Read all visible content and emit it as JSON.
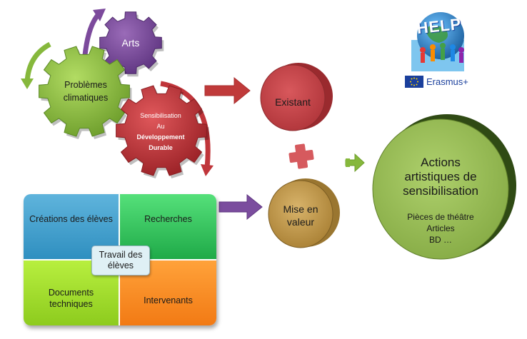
{
  "gears": {
    "arts": "Arts",
    "problems_line1": "Problèmes",
    "problems_line2": "climatiques",
    "sens_line1": "Sensibilisation",
    "sens_line2": "Au",
    "sens_line3": "Développement",
    "sens_line4": "Durable"
  },
  "circles": {
    "existant": "Existant",
    "mise_line1": "Mise en",
    "mise_line2": "valeur"
  },
  "actions": {
    "title_line1": "Actions",
    "title_line2": "artistiques de",
    "title_line3": "sensibilisation",
    "items": [
      "Pièces de théâtre",
      "Articles",
      "BD …"
    ]
  },
  "matrix": {
    "top_left": "Créations des élèves",
    "top_right": "Recherches",
    "bottom_left_line1": "Documents",
    "bottom_left_line2": "techniques",
    "bottom_right": "Intervenants",
    "center_line1": "Travail des",
    "center_line2": "élèves"
  },
  "logo": {
    "help_text": "HELP",
    "erasmus_text": "Erasmus+"
  },
  "colors": {
    "purple_gear": "#7c4a9c",
    "green_gear": "#86b83c",
    "red_gear": "#c0353a",
    "existant_circle": "#c9464b",
    "mise_circle": "#c19a4c",
    "actions_circle": "#9bbd5a",
    "arrow_red": "#c03a3a",
    "arrow_purple": "#7b4d9e",
    "arrow_green": "#86b83c"
  }
}
